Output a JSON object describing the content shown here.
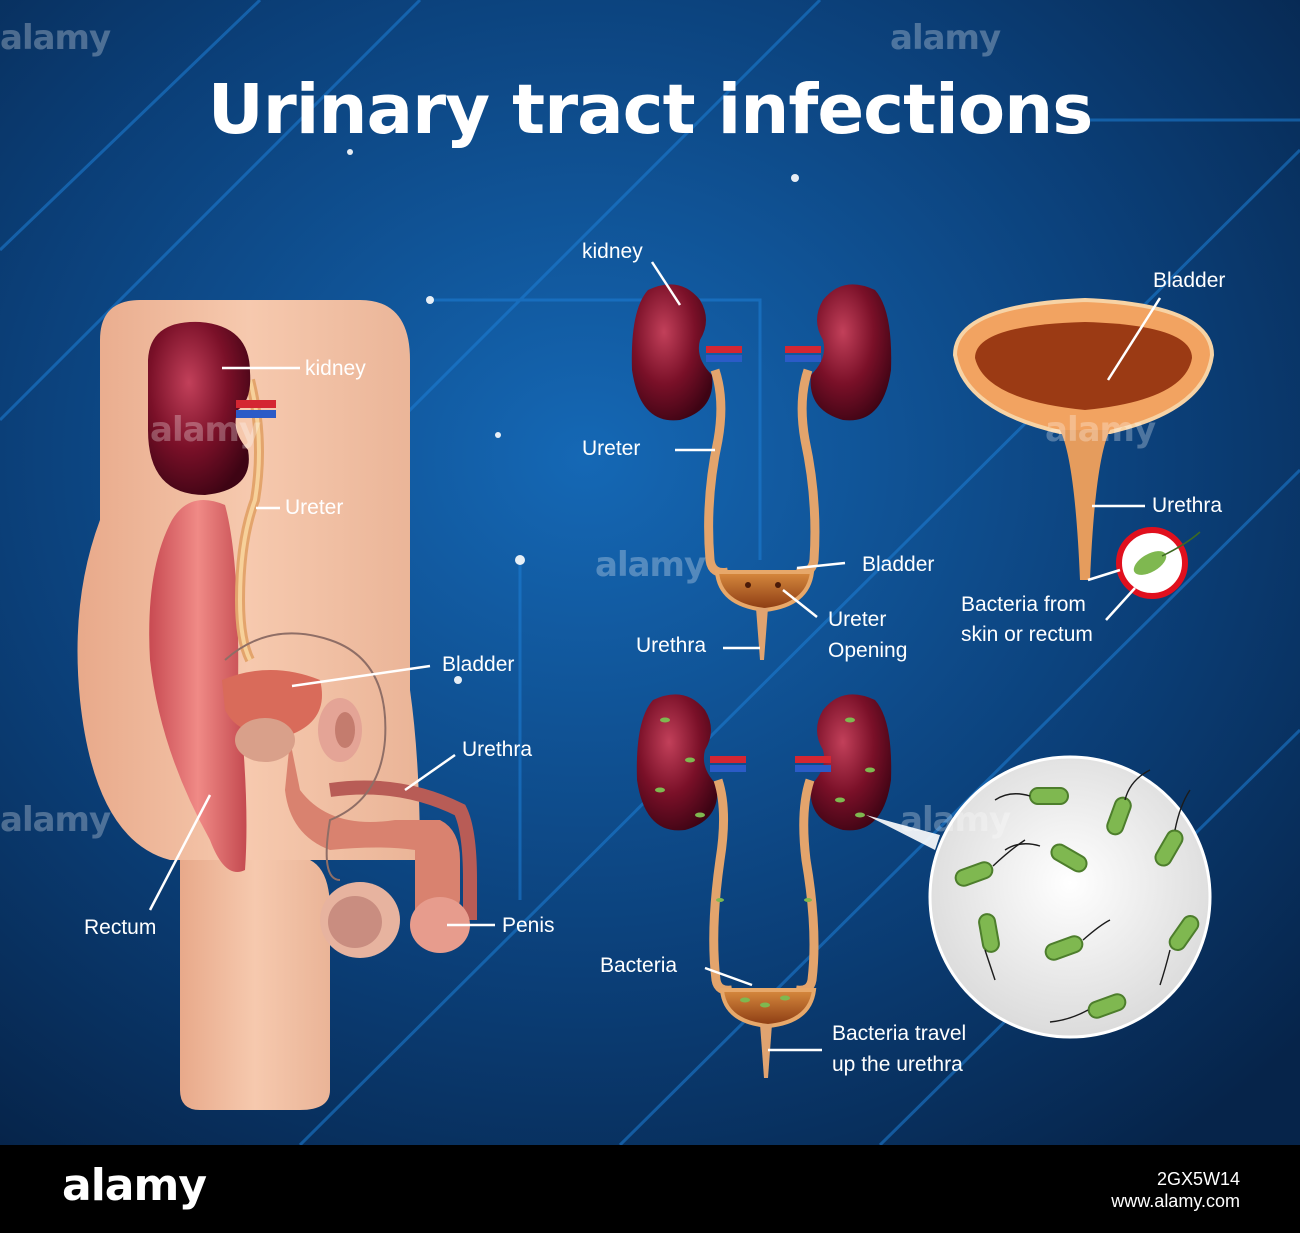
{
  "title": "Urinary tract infections",
  "labels": {
    "left_kidney": "kidney",
    "left_ureter": "Ureter",
    "left_bladder": "Bladder",
    "left_urethra": "Urethra",
    "left_rectum": "Rectum",
    "left_penis": "Penis",
    "top_kidney": "kidney",
    "top_ureter": "Ureter",
    "top_bladder": "Bladder",
    "top_ureter_opening_1": "Ureter",
    "top_ureter_opening_2": "Opening",
    "top_urethra": "Urethra",
    "right_bladder": "Bladder",
    "right_urethra": "Urethra",
    "right_bacteria_1": "Bacteria from",
    "right_bacteria_2": "skin or rectum",
    "bottom_bacteria": "Bacteria",
    "bottom_travel_1": "Bacteria travel",
    "bottom_travel_2": "up the urethra"
  },
  "watermark": "alamy",
  "footer": {
    "brand": "alamy",
    "image_id": "2GX5W14",
    "url": "www.alamy.com"
  },
  "colors": {
    "background": "#0b3d72",
    "kidney": "#7a1028",
    "skin": "#f3c1a4",
    "bacteria": "#7fb850"
  }
}
